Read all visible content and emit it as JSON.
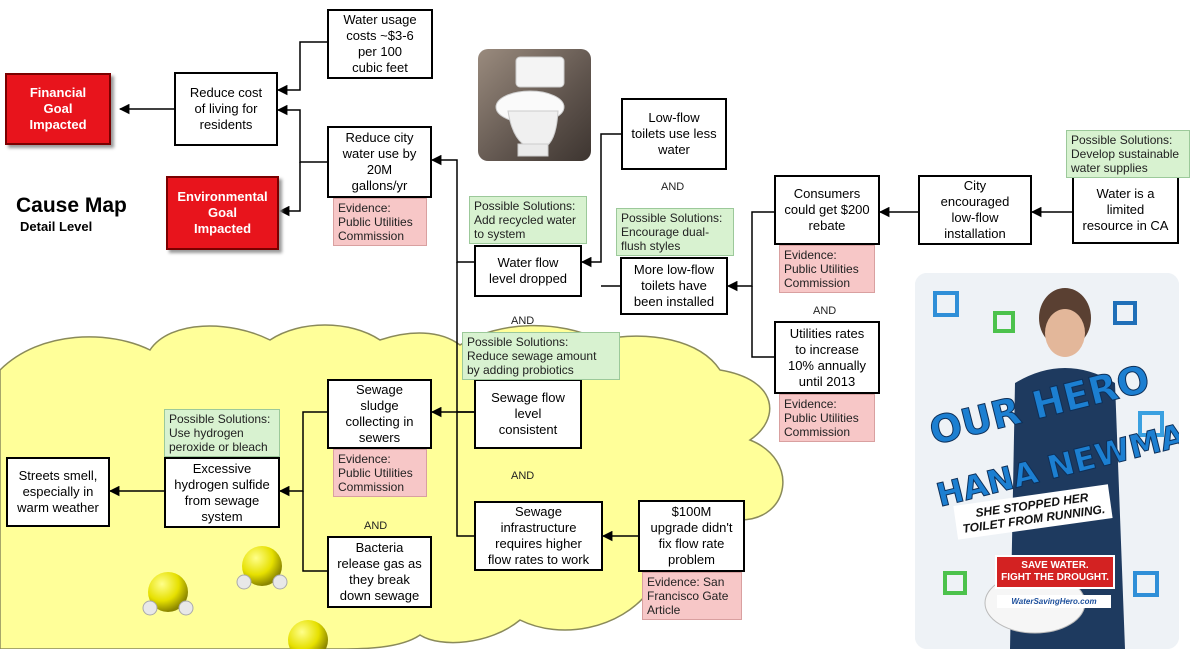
{
  "title": "Cause Map",
  "subtitle": "Detail Level",
  "goals": {
    "financial": "Financial\nGoal\nImpacted",
    "environmental": "Environmental\nGoal\nImpacted"
  },
  "boxes": {
    "reduce_cost": "Reduce cost\nof living for\nresidents",
    "water_usage_costs": "Water usage\ncosts ~$3-6\nper 100\ncubic feet",
    "reduce_city_water": "Reduce city\nwater use by\n20M\ngallons/yr",
    "water_flow_dropped": "Water flow\nlevel dropped",
    "low_flow_use_less": "Low-flow\ntoilets use less\nwater",
    "more_low_flow": "More low-flow\ntoilets have\nbeen installed",
    "consumers_rebate": "Consumers\ncould get $200\nrebate",
    "city_encouraged": "City\nencouraged\nlow-flow\ninstallation",
    "water_limited": "Water is a\nlimited\nresource in CA",
    "utilities_rates": "Utilities rates\nto increase\n10% annually\nuntil 2013",
    "sewage_flow_consistent": "Sewage flow\nlevel\nconsistent",
    "sewage_sludge": "Sewage\nsludge\ncollecting in\nsewers",
    "excessive_h2s": "Excessive\nhydrogen sulfide\nfrom sewage\nsystem",
    "streets_smell": "Streets smell,\nespecially in\nwarm weather",
    "bacteria_release": "Bacteria\nrelease gas as\nthey break\ndown sewage",
    "sewage_infrastructure": "Sewage\ninfrastructure\nrequires higher\nflow rates to work",
    "upgrade_100m": "$100M\nupgrade didn't\nfix flow rate\nproblem"
  },
  "evidence": {
    "puc_city": "Evidence:\nPublic Utilities\nCommission",
    "puc_rebate": "Evidence:\nPublic Utilities\nCommission",
    "puc_rates": "Evidence:\nPublic Utilities\nCommission",
    "puc_sludge": "Evidence:\nPublic Utilities\nCommission",
    "sf_gate": "Evidence:  San\nFrancisco Gate\nArticle"
  },
  "solutions": {
    "sustainable": "Possible Solutions:\nDevelop sustainable\nwater supplies",
    "recycled": "Possible Solutions:\nAdd recycled water\nto system",
    "dual_flush": "Possible Solutions:\nEncourage dual-\nflush styles",
    "probiotics": "Possible Solutions:\nReduce  sewage amount\nby adding probiotics",
    "hydrogen_peroxide": "Possible Solutions:\nUse hydrogen\nperoxide or bleach"
  },
  "and_label": "AND",
  "poster": {
    "line1": "OUR HERO",
    "line2": "HANA NEWMAN",
    "tagline": "SHE STOPPED HER\nTOILET FROM RUNNING.",
    "badge": "SAVE WATER.\nFIGHT THE DROUGHT.",
    "site": "WaterSavingHero.com"
  },
  "colors": {
    "goal_red": "#e8141c",
    "evidence_pink": "#f7c7c7",
    "solution_green": "#d8f2d0",
    "cloud_yellow": "#ffff99"
  }
}
